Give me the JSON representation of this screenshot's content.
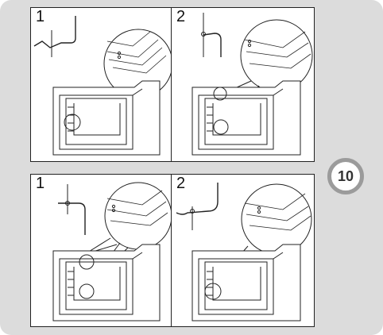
{
  "panels": [
    {
      "label": "1"
    },
    {
      "label": "2"
    },
    {
      "label": "1"
    },
    {
      "label": "2"
    }
  ],
  "step_number": "10",
  "colors": {
    "background": "#dcdcdc",
    "panel": "#ffffff",
    "ink": "#222222",
    "badge_ring": "#9b9b9b"
  }
}
